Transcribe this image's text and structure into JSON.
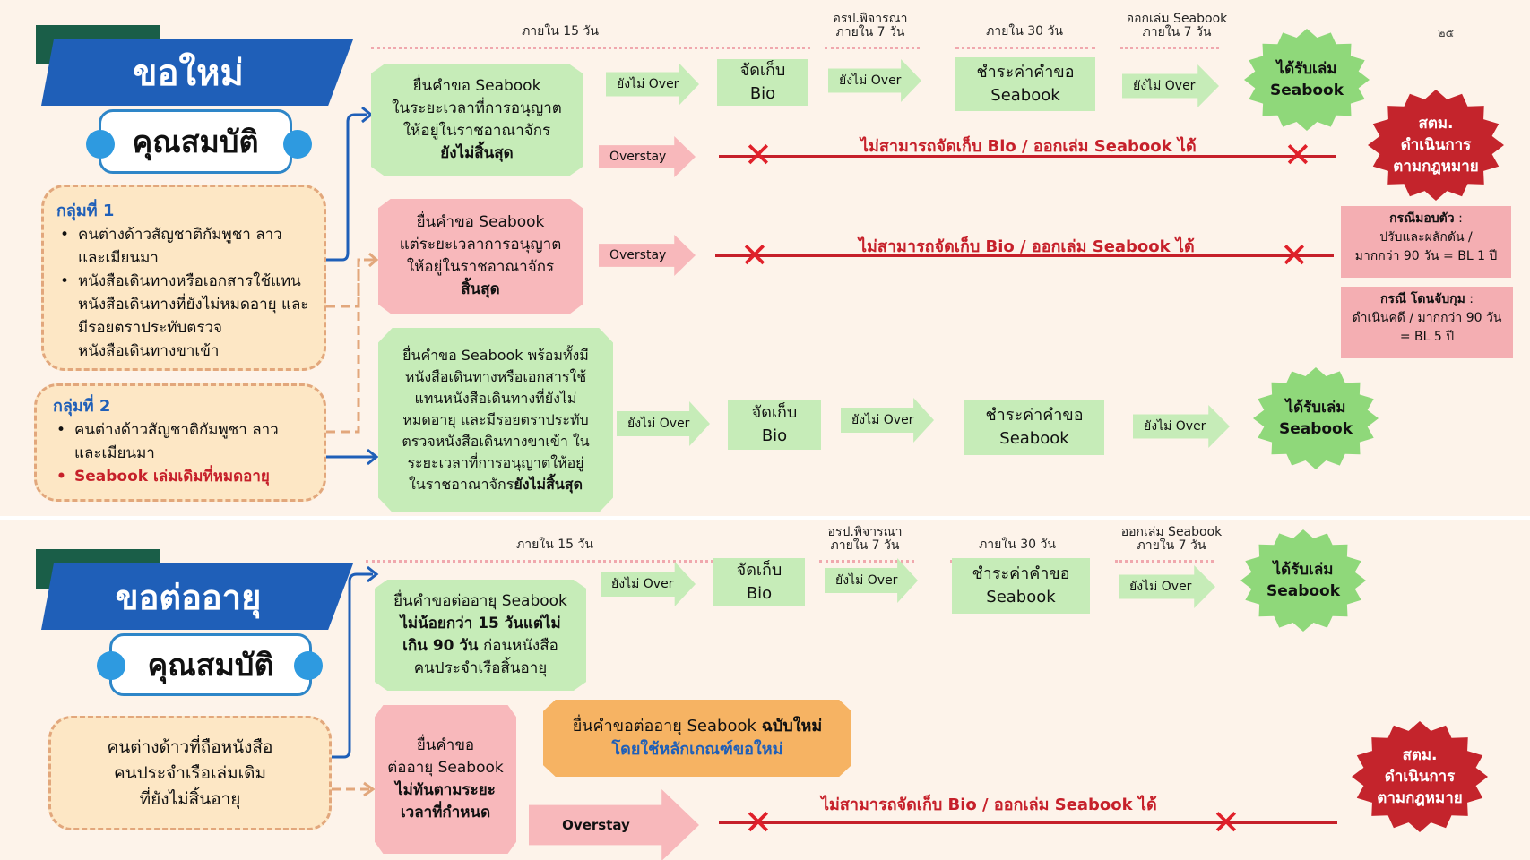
{
  "page_number": "๒๕",
  "colors": {
    "green": "#c6ecb8",
    "pink": "#f8b8bb",
    "red": "#c6202a",
    "blue": "#1f5fb8",
    "orange": "#f6b363"
  },
  "common": {
    "yang_mai_over": "ยังไม่ Over",
    "overstay": "Overstay",
    "collect_bio": [
      "จัดเก็บ",
      "Bio"
    ],
    "pay_fee": [
      "ชำระค่าคำขอ",
      "Seabook"
    ],
    "receive_book": [
      "ได้รับเล่ม",
      "Seabook"
    ],
    "cannot": "ไม่สามารถจัดเก็บ Bio / ออกเล่ม Seabook ได้",
    "legal_action": [
      "สตม.",
      "ดำเนินการ",
      "ตามกฎหมาย"
    ],
    "timeline": {
      "within15": "ภายใน 15 วัน",
      "orsp": [
        "อรป.พิจารณา",
        "ภายใน 7 วัน"
      ],
      "within30": "ภายใน 30 วัน",
      "issue": [
        "ออกเล่ม Seabook",
        "ภายใน 7 วัน"
      ]
    }
  },
  "section1": {
    "title": "ขอใหม่",
    "qualification": "คุณสมบัติ",
    "group1": {
      "title": "กลุ่มที่ 1",
      "items": [
        "คนต่างด้าวสัญชาติกัมพูชา ลาว และเมียนมา",
        "หนังสือเดินทางหรือเอกสารใช้แทนหนังสือเดินทางที่ยังไม่หมดอายุ และมีรอยตราประทับตรวจหนังสือเดินทางขาเข้า"
      ]
    },
    "group2": {
      "title": "กลุ่มที่ 2",
      "item1": "คนต่างด้าวสัญชาติกัมพูชา ลาว และเมียนมา",
      "item2": "Seabook เล่มเดิมที่หมดอายุ"
    },
    "row1": {
      "lines": [
        "ยื่นคำขอ Seabook",
        "ในระยะเวลาที่การอนุญาต",
        "ให้อยู่ในราชอาณาจักร"
      ],
      "bold": "ยังไม่สิ้นสุด"
    },
    "row2": {
      "lines": [
        "ยื่นคำขอ Seabook",
        "แต่ระยะเวลาการอนุญาต",
        "ให้อยู่ในราชอาณาจักร"
      ],
      "bold": "สิ้นสุด"
    },
    "row3": {
      "lines": [
        "ยื่นคำขอ Seabook พร้อมทั้งมี",
        "หนังสือเดินทางหรือเอกสารใช้",
        "แทนหนังสือเดินทางที่ยังไม่",
        "หมดอายุ และมีรอยตราประทับ",
        "ตรวจหนังสือเดินทางขาเข้า ใน",
        "ระยะเวลาที่การอนุญาตให้อยู่"
      ],
      "last_plain": "ในราชอาณาจักร",
      "last_bold": "ยังไม่สิ้นสุด"
    },
    "surrender": {
      "title": "กรณีมอบตัว",
      "lines": [
        "ปรับและผลักดัน /",
        "มากกว่า 90 วัน = BL 1 ปี"
      ]
    },
    "arrested": {
      "title": "กรณี โดนจับกุม",
      "lines": [
        "ดำเนินคดี / มากกว่า 90 วัน",
        "= BL 5 ปี"
      ]
    }
  },
  "section2": {
    "title": "ขอต่ออายุ",
    "qualification": "คุณสมบัติ",
    "group": [
      "คนต่างด้าวที่ถือหนังสือ",
      "คนประจำเรือเล่มเดิม",
      "ที่ยังไม่สิ้นอายุ"
    ],
    "row1": {
      "line1": "ยื่นคำขอต่ออายุ Seabook",
      "bold1": "ไม่น้อยกว่า 15 วันแต่ไม่",
      "bold2a": "เกิน 90 วัน",
      "plain2": " ก่อนหนังสือ",
      "line3": "คนประจำเรือสิ้นอายุ"
    },
    "row2": {
      "lines": [
        "ยื่นคำขอ",
        "ต่ออายุ Seabook"
      ],
      "bold": [
        "ไม่ทันตามระยะ",
        "เวลาที่กำหนด"
      ]
    },
    "orange": {
      "plain": "ยื่นคำขอต่ออายุ Seabook ",
      "bold": "ฉบับใหม่",
      "blue": "โดยใช้หลักเกณฑ์ขอใหม่"
    }
  }
}
